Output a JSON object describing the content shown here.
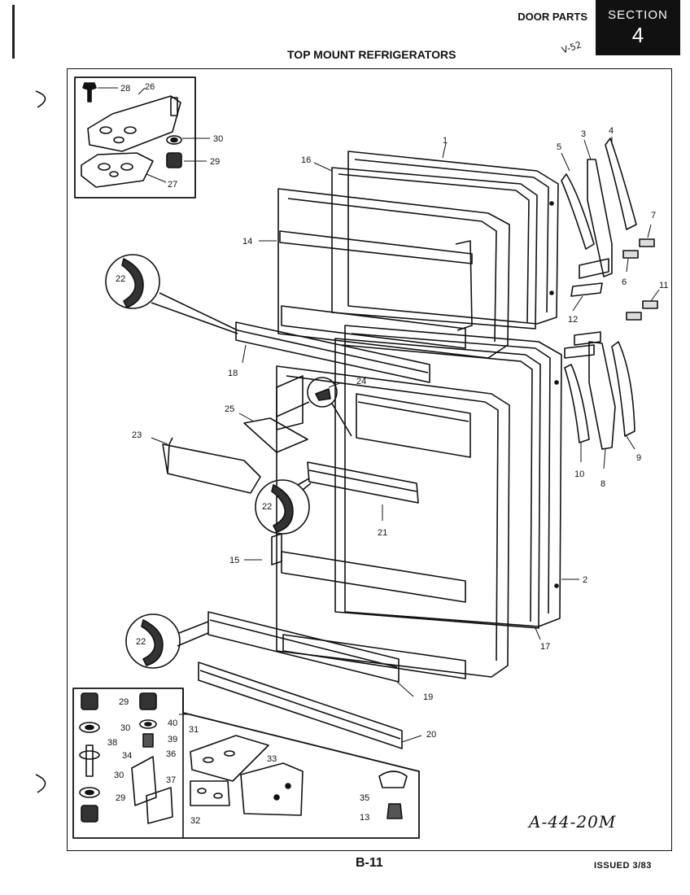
{
  "header": {
    "category": "DOOR PARTS",
    "section_label": "SECTION",
    "section_number": "4",
    "subtitle": "TOP MOUNT REFRIGERATORS",
    "handwritten_note": "V-52"
  },
  "footer": {
    "page_number": "B-11",
    "issued": "ISSUED 3/83",
    "model_number": "A-44-20M"
  },
  "callouts": {
    "c1": "1",
    "c2": "2",
    "c3": "3",
    "c4": "4",
    "c5": "5",
    "c6": "6",
    "c7": "7",
    "c8": "8",
    "c9": "9",
    "c10": "10",
    "c11": "11",
    "c12": "12",
    "c13": "13",
    "c14": "14",
    "c15": "15",
    "c16": "16",
    "c17": "17",
    "c18": "18",
    "c19": "19",
    "c20": "20",
    "c21": "21",
    "c22a": "22",
    "c22b": "22",
    "c22c": "22",
    "c23": "23",
    "c24": "24",
    "c25": "25",
    "c26": "26",
    "c27": "27",
    "c28": "28",
    "c29a": "29",
    "c29b": "29",
    "c29c": "29",
    "c30a": "30",
    "c30b": "30",
    "c30c": "30",
    "c31": "31",
    "c32": "32",
    "c33": "33",
    "c34": "34",
    "c35": "35",
    "c36": "36",
    "c37": "37",
    "c38": "38",
    "c39": "39",
    "c40": "40"
  }
}
